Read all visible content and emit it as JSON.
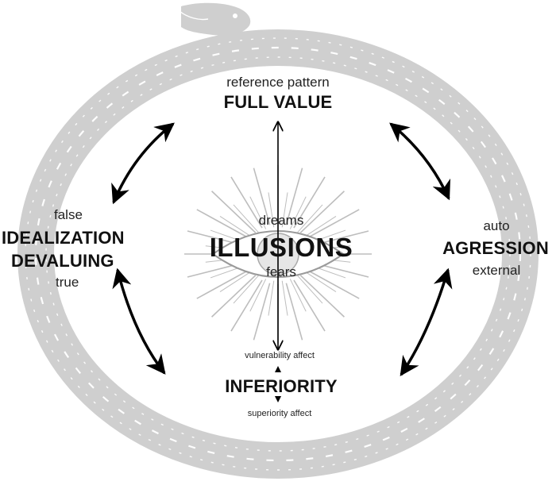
{
  "top": {
    "small": "reference pattern",
    "big": "FULL VALUE"
  },
  "left": {
    "above": "false",
    "big1": "IDEALIZATION",
    "big2": "DEVALUING",
    "below": "true"
  },
  "right": {
    "above": "auto",
    "big": "AGRESSION",
    "below": "external"
  },
  "center": {
    "above": "dreams",
    "big": "ILLUSIONS",
    "below": "fears"
  },
  "bottom": {
    "above": "vulnerability affect",
    "big": "INFERIORITY",
    "below": "superiority affect"
  },
  "colors": {
    "ring": "#cfcfcf",
    "ring_pattern": "#ffffff",
    "arrow": "#000000",
    "rays": "#bdbdbd"
  },
  "icons": {
    "ring": "ouroboros-serpent-icon",
    "center": "radiant-eye-icon"
  }
}
